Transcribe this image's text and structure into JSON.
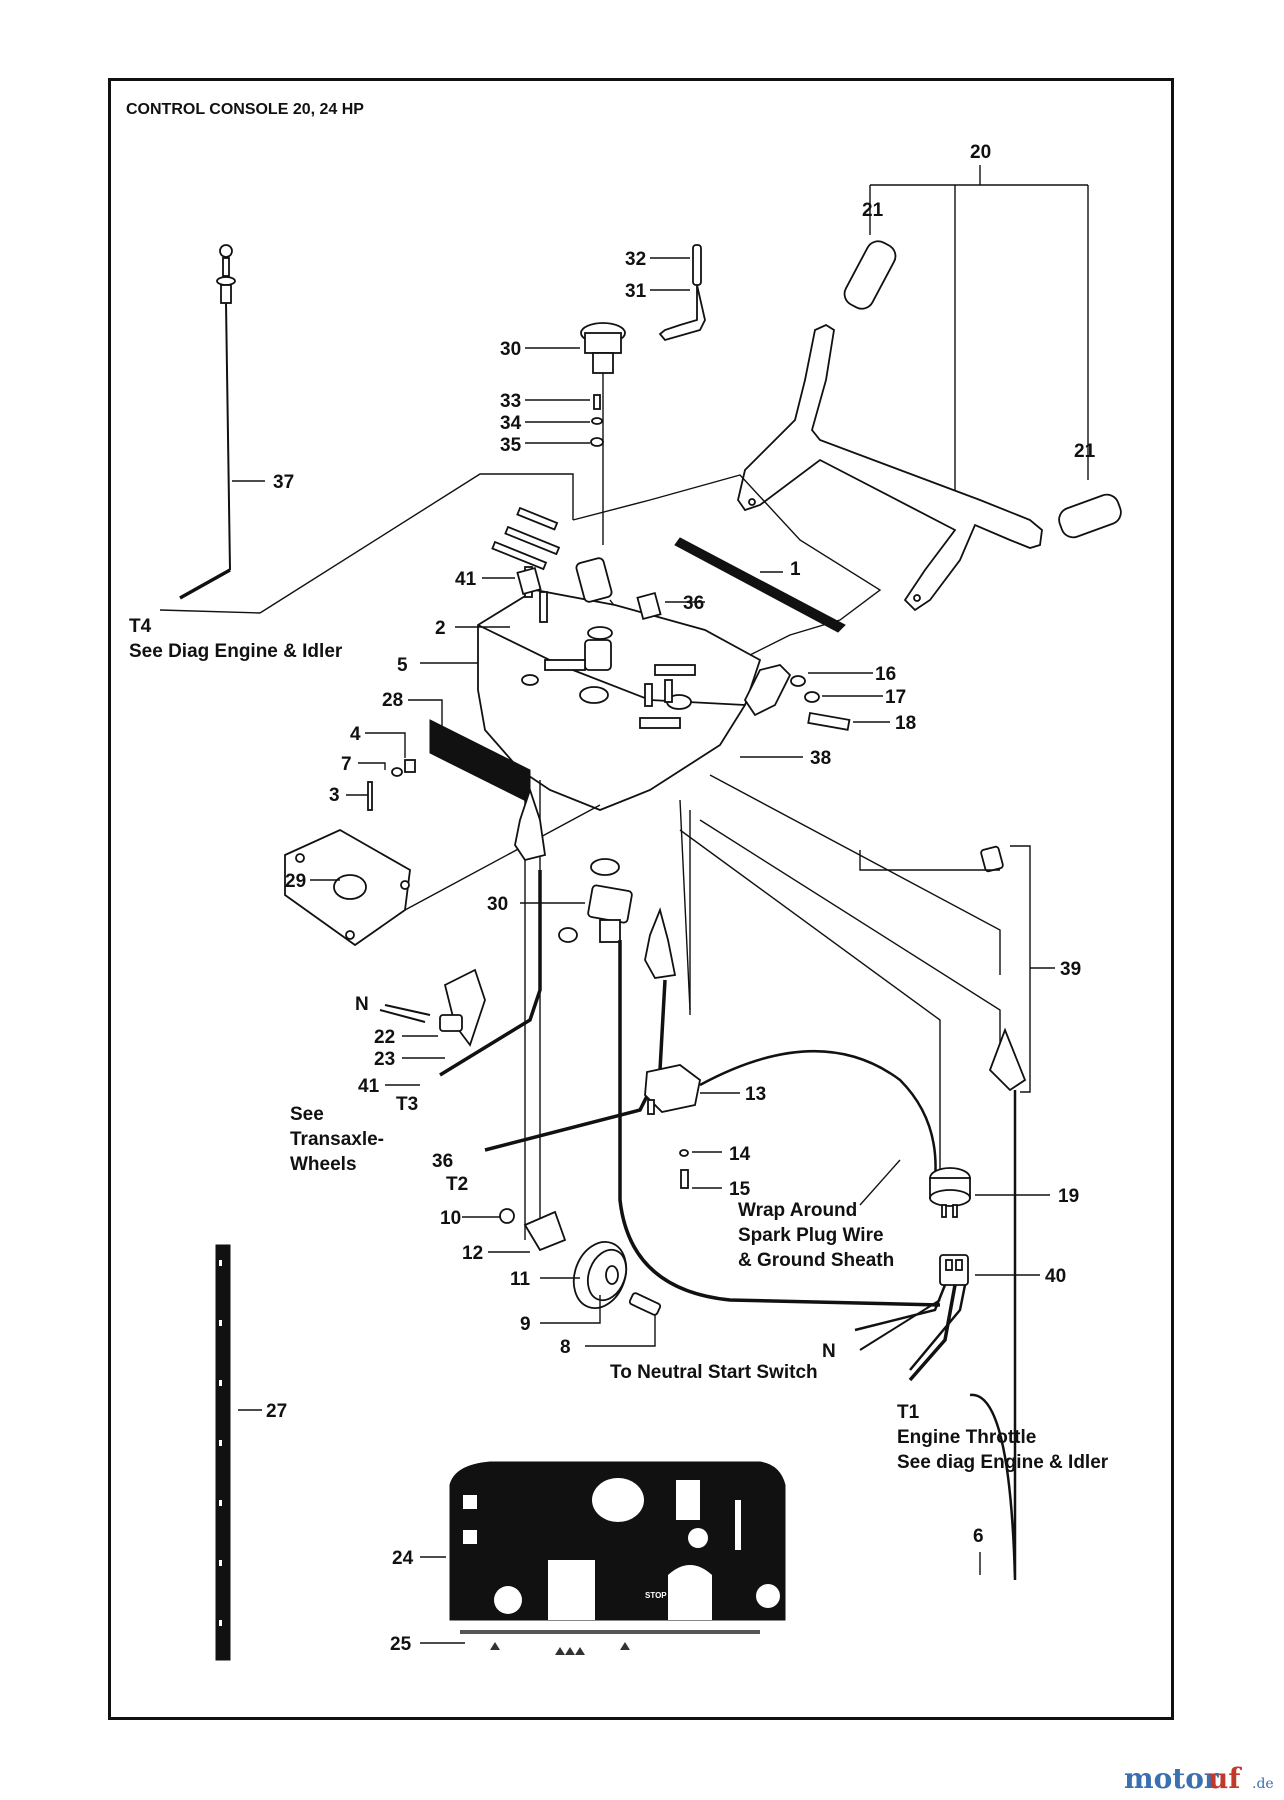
{
  "title": "CONTROL CONSOLE 20, 24 HP",
  "callouts": {
    "c20": "20",
    "c21a": "21",
    "c21b": "21",
    "c32": "32",
    "c31": "31",
    "c30a": "30",
    "c33": "33",
    "c34": "34",
    "c35": "35",
    "c37": "37",
    "c1": "1",
    "c41a": "41",
    "c36a": "36",
    "c2": "2",
    "c5": "5",
    "c16": "16",
    "c17": "17",
    "c18": "18",
    "c28": "28",
    "c4": "4",
    "c7": "7",
    "c3": "3",
    "c38": "38",
    "c29": "29",
    "c30b": "30",
    "c39": "39",
    "cN1": "N",
    "c22": "22",
    "c23": "23",
    "c13": "13",
    "c41b": "41",
    "cT3": "T3",
    "c14": "14",
    "c36b": "36",
    "cT2": "T2",
    "c15": "15",
    "c19": "19",
    "c10": "10",
    "c12": "12",
    "c40": "40",
    "c11": "11",
    "c9": "9",
    "cN2": "N",
    "c8": "8",
    "cT1": "T1",
    "c27": "27",
    "c6": "6",
    "c24": "24",
    "c25": "25",
    "cT4": "T4"
  },
  "notes": {
    "see_diag_1": "See Diag Engine & Idler",
    "see_transaxle_1": "See",
    "see_transaxle_2": "Transaxle-",
    "see_transaxle_3": "Wheels",
    "wrap_1": "Wrap Around",
    "wrap_2": "Spark Plug Wire",
    "wrap_3": "& Ground Sheath",
    "neutral": "To Neutral Start Switch",
    "engine_throttle": "Engine Throttle",
    "see_diag_2": "See diag Engine & Idler",
    "stop": "STOP"
  },
  "watermark": {
    "part1": "motor",
    "part2": "uf",
    "suffix": ".de"
  }
}
